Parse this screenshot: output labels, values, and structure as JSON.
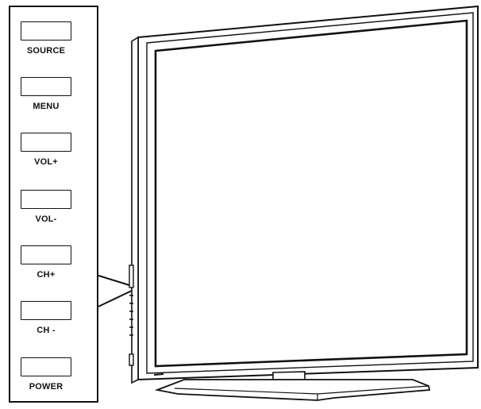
{
  "buttons": [
    {
      "key": "source",
      "label": "SOURCE"
    },
    {
      "key": "menu",
      "label": "MENU"
    },
    {
      "key": "vol_up",
      "label": "VOL+"
    },
    {
      "key": "vol_down",
      "label": "VOL-"
    },
    {
      "key": "ch_up",
      "label": "CH+"
    },
    {
      "key": "ch_down",
      "label": "CH -"
    },
    {
      "key": "power",
      "label": "POWER"
    }
  ],
  "colors": {
    "line": "#111111",
    "background": "#ffffff"
  }
}
